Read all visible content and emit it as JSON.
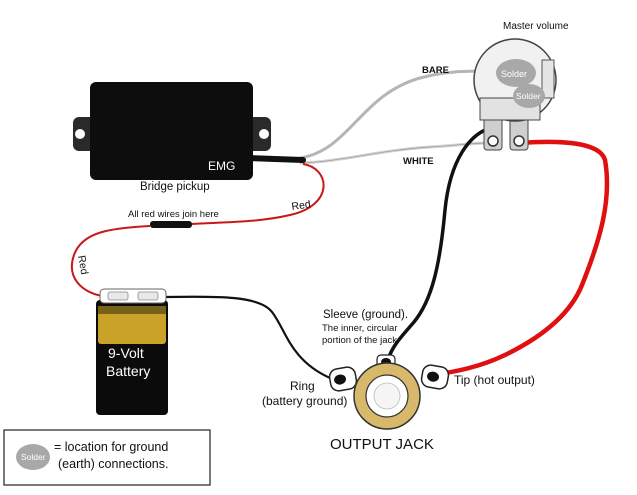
{
  "labels": {
    "master_volume": "Master volume",
    "bare": "BARE",
    "white": "WHITE",
    "pickup_brand": "EMG",
    "bridge_pickup": "Bridge pickup",
    "all_red_join": "All red wires join here",
    "red_1": "Red",
    "red_2": "Red",
    "battery_line1": "9-Volt",
    "battery_line2": "Battery",
    "sleeve_line1": "Sleeve (ground).",
    "sleeve_line2": "The inner, circular",
    "sleeve_line3": "portion of the jack",
    "ring_line1": "Ring",
    "ring_line2": "(battery ground)",
    "tip": "Tip (hot output)",
    "output_jack": "OUTPUT JACK",
    "solder_top": "Solder",
    "solder_bottom": "Solder",
    "legend_solder": "Solder",
    "legend_line1": "= location for ground",
    "legend_line2": "(earth) connections."
  },
  "colors": {
    "wire_red": "#e01010",
    "wire_red_thin": "#c81818",
    "wire_black": "#111111",
    "wire_white": "#cfcfcf",
    "wire_bare": "#b5b5b5",
    "pickup_body": "#0d0d0d",
    "battery_body": "#0b0b0b",
    "battery_cap": "#c9a227",
    "jack_ring": "#d8b86a",
    "solder_blob": "#a8a8a8"
  }
}
